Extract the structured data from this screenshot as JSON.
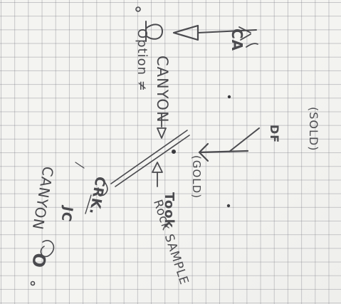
{
  "sketch": {
    "labels": {
      "canyon_up": "CANYON",
      "heading_up": "Option ≠",
      "gps_note": "(GOLD)",
      "df_label": "DF",
      "df_reading": "(SOLD)",
      "creek": "CRK.",
      "junction_1": "JC",
      "canyon_down": "CANYON",
      "sample_1": "Took",
      "sample_2": "Rock SAMPLE",
      "top_mark": "CA",
      "bottom_mark": "O"
    },
    "colors": {
      "pencil": "#4a4a4e",
      "paper": "#f4f4f1",
      "grid": "#8a8a92"
    }
  }
}
